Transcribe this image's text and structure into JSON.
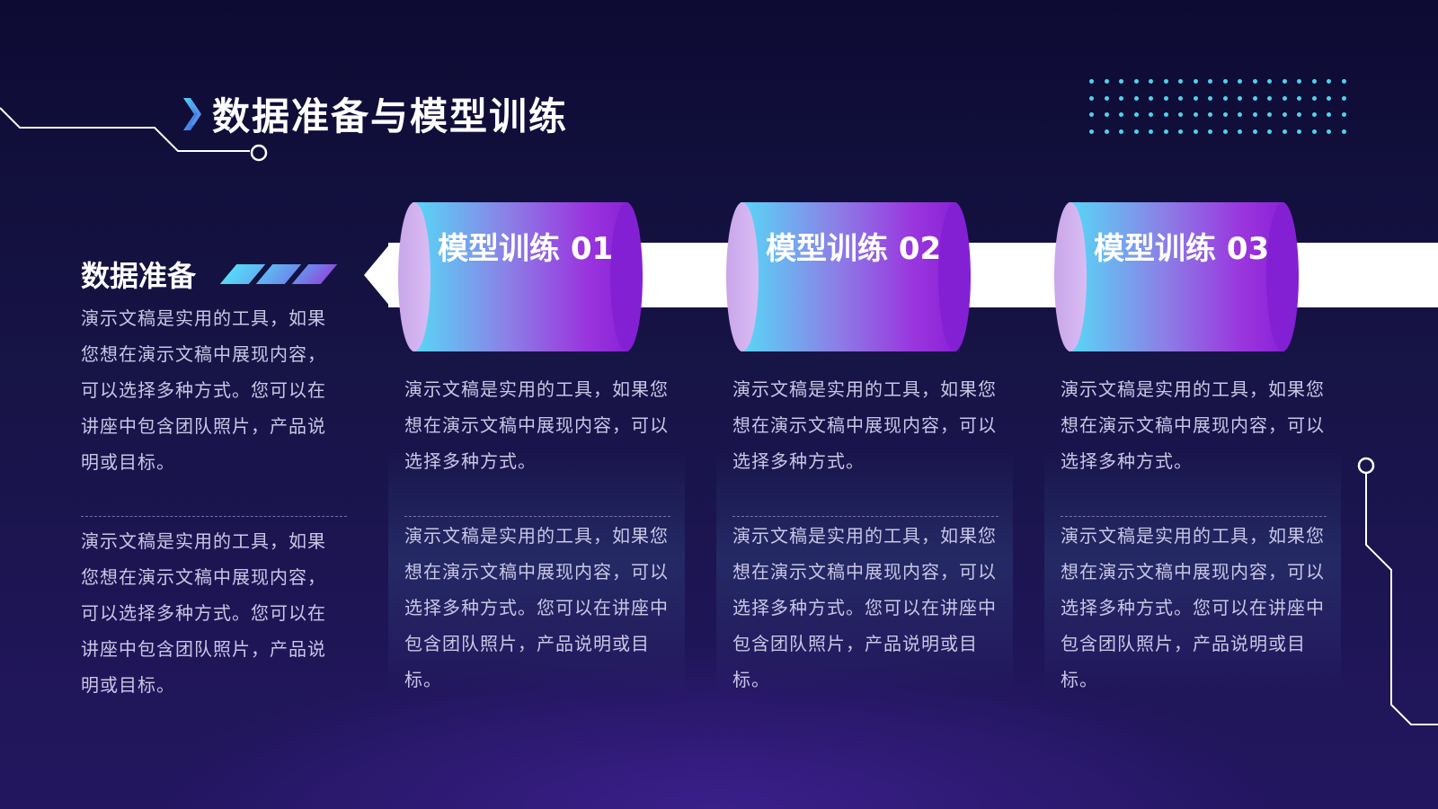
{
  "page": {
    "title": "数据准备与模型训练"
  },
  "colors": {
    "background_top": "#0d0b33",
    "background_bottom": "#231660",
    "accent_cyan": "#57d8f7",
    "accent_purple": "#8b22d6",
    "dot_color": "#4fd3ea",
    "text_muted": "#c9c6e6"
  },
  "left_section": {
    "heading": "数据准备",
    "paragraph_top": "演示文稿是实用的工具，如果您想在演示文稿中展现内容，可以选择多种方式。您可以在讲座中包含团队照片，产品说明或目标。",
    "paragraph_bottom": "演示文稿是实用的工具，如果您想在演示文稿中展现内容，可以选择多种方式。您可以在讲座中包含团队照片，产品说明或目标。"
  },
  "steps": [
    {
      "label": "模型训练 01",
      "paragraph_top": "演示文稿是实用的工具，如果您想在演示文稿中展现内容，可以选择多种方式。",
      "paragraph_bottom": "演示文稿是实用的工具，如果您想在演示文稿中展现内容，可以选择多种方式。您可以在讲座中包含团队照片，产品说明或目标。"
    },
    {
      "label": "模型训练 02",
      "paragraph_top": "演示文稿是实用的工具，如果您想在演示文稿中展现内容，可以选择多种方式。",
      "paragraph_bottom": "演示文稿是实用的工具，如果您想在演示文稿中展现内容，可以选择多种方式。您可以在讲座中包含团队照片，产品说明或目标。"
    },
    {
      "label": "模型训练 03",
      "paragraph_top": "演示文稿是实用的工具，如果您想在演示文稿中展现内容，可以选择多种方式。",
      "paragraph_bottom": "演示文稿是实用的工具，如果您想在演示文稿中展现内容，可以选择多种方式。您可以在讲座中包含团队照片，产品说明或目标。"
    }
  ],
  "icons": {
    "title_marker": "double-chevron-right-icon",
    "heading_decoration": "diagonal-stripes-icon",
    "dot_grid": "dot-grid-decoration"
  }
}
